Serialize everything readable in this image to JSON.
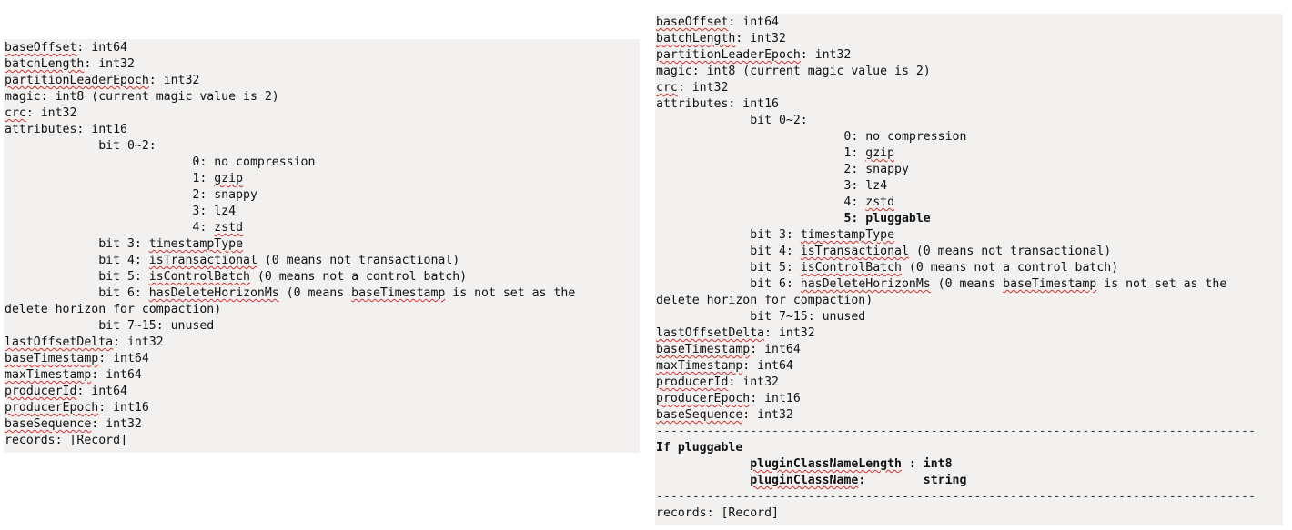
{
  "left": {
    "lines": [
      [
        {
          "t": "baseOffset",
          "s": 1
        },
        {
          "t": ": int64"
        }
      ],
      [
        {
          "t": "batchLength",
          "s": 1
        },
        {
          "t": ": int32"
        }
      ],
      [
        {
          "t": "partitionLeaderEpoch",
          "s": 1
        },
        {
          "t": ": int32"
        }
      ],
      [
        {
          "t": "magic: int8 (current magic value is 2)"
        }
      ],
      [
        {
          "t": "crc",
          "s": 1
        },
        {
          "t": ": int32"
        }
      ],
      [
        {
          "t": "attributes: int16"
        }
      ],
      [
        {
          "t": "             bit 0~2:"
        }
      ],
      [
        {
          "t": "                          0: no compression"
        }
      ],
      [
        {
          "t": "                          1: "
        },
        {
          "t": "gzip",
          "s": 1
        }
      ],
      [
        {
          "t": "                          2: snappy"
        }
      ],
      [
        {
          "t": "                          3: lz4"
        }
      ],
      [
        {
          "t": "                          4: "
        },
        {
          "t": "zstd",
          "s": 1
        }
      ],
      [
        {
          "t": "             bit 3: "
        },
        {
          "t": "timestampType",
          "s": 1
        }
      ],
      [
        {
          "t": "             bit 4: "
        },
        {
          "t": "isTransactional",
          "s": 1
        },
        {
          "t": " (0 means not transactional)"
        }
      ],
      [
        {
          "t": "             bit 5: "
        },
        {
          "t": "isControlBatch",
          "s": 1
        },
        {
          "t": " (0 means not a control batch)"
        }
      ],
      [
        {
          "t": "             bit 6: "
        },
        {
          "t": "hasDeleteHorizonMs",
          "s": 1
        },
        {
          "t": " (0 means "
        },
        {
          "t": "baseTimestamp",
          "s": 1
        },
        {
          "t": " is not set as the"
        }
      ],
      [
        {
          "t": "delete horizon for compaction)"
        }
      ],
      [
        {
          "t": "             bit 7~15: unused"
        }
      ],
      [
        {
          "t": "lastOffsetDelta",
          "s": 1
        },
        {
          "t": ": int32"
        }
      ],
      [
        {
          "t": "baseTimestamp",
          "s": 1
        },
        {
          "t": ": int64"
        }
      ],
      [
        {
          "t": "maxTimestamp",
          "s": 1
        },
        {
          "t": ": int64"
        }
      ],
      [
        {
          "t": "producerId",
          "s": 1
        },
        {
          "t": ": int64"
        }
      ],
      [
        {
          "t": "producerEpoch",
          "s": 1
        },
        {
          "t": ": int16"
        }
      ],
      [
        {
          "t": "baseSequence",
          "s": 1
        },
        {
          "t": ": int32"
        }
      ],
      [
        {
          "t": "records: [Record]"
        }
      ]
    ]
  },
  "right": {
    "lines": [
      [
        {
          "t": "baseOffset",
          "s": 1
        },
        {
          "t": ": int64"
        }
      ],
      [
        {
          "t": "batchLength",
          "s": 1
        },
        {
          "t": ": int32"
        }
      ],
      [
        {
          "t": "partitionLeaderEpoch",
          "s": 1
        },
        {
          "t": ": int32"
        }
      ],
      [
        {
          "t": "magic: int8 (current magic value is 2)"
        }
      ],
      [
        {
          "t": "crc",
          "s": 1
        },
        {
          "t": ": int32"
        }
      ],
      [
        {
          "t": "attributes: int16"
        }
      ],
      [
        {
          "t": "             bit 0~2:"
        }
      ],
      [
        {
          "t": "                          0: no compression"
        }
      ],
      [
        {
          "t": "                          1: "
        },
        {
          "t": "gzip",
          "s": 1
        }
      ],
      [
        {
          "t": "                          2: snappy"
        }
      ],
      [
        {
          "t": "                          3: lz4"
        }
      ],
      [
        {
          "t": "                          4: "
        },
        {
          "t": "zstd",
          "s": 1
        }
      ],
      [
        {
          "t": "                          "
        },
        {
          "t": "5: pluggable",
          "b": 1
        }
      ],
      [
        {
          "t": "             bit 3: "
        },
        {
          "t": "timestampType",
          "s": 1
        }
      ],
      [
        {
          "t": "             bit 4: "
        },
        {
          "t": "isTransactional",
          "s": 1
        },
        {
          "t": " (0 means not transactional)"
        }
      ],
      [
        {
          "t": "             bit 5: "
        },
        {
          "t": "isControlBatch",
          "s": 1
        },
        {
          "t": " (0 means not a control batch)"
        }
      ],
      [
        {
          "t": "             bit 6: "
        },
        {
          "t": "hasDeleteHorizonMs",
          "s": 1
        },
        {
          "t": " (0 means "
        },
        {
          "t": "baseTimestamp",
          "s": 1
        },
        {
          "t": " is not set as the"
        }
      ],
      [
        {
          "t": "delete horizon for compaction)"
        }
      ],
      [
        {
          "t": "             bit 7~15: unused"
        }
      ],
      [
        {
          "t": "lastOffsetDelta",
          "s": 1
        },
        {
          "t": ": int32"
        }
      ],
      [
        {
          "t": "baseTimestamp",
          "s": 1
        },
        {
          "t": ": int64"
        }
      ],
      [
        {
          "t": "maxTimestamp",
          "s": 1
        },
        {
          "t": ": int64"
        }
      ],
      [
        {
          "t": "producerId",
          "s": 1
        },
        {
          "t": ": int32"
        }
      ],
      [
        {
          "t": "producerEpoch",
          "s": 1
        },
        {
          "t": ": int16"
        }
      ],
      [
        {
          "t": "baseSequence",
          "s": 1
        },
        {
          "t": ": int32"
        }
      ],
      [
        {
          "t": "-------------------------------------------------------------------------------------------------"
        }
      ],
      [
        {
          "t": "If pluggable",
          "b": 1
        }
      ],
      [
        {
          "t": "             "
        },
        {
          "t": "pluginClassNameLength",
          "b": 1,
          "s": 1
        },
        {
          "t": " : int8",
          "b": 1
        }
      ],
      [
        {
          "t": "             "
        },
        {
          "t": "pluginClassName",
          "b": 1,
          "s": 1
        },
        {
          "t": ":        string",
          "b": 1
        }
      ],
      [
        {
          "t": "-------------------------------------------------------------------------------------------------"
        }
      ],
      [
        {
          "t": "records: [Record]"
        }
      ]
    ]
  }
}
